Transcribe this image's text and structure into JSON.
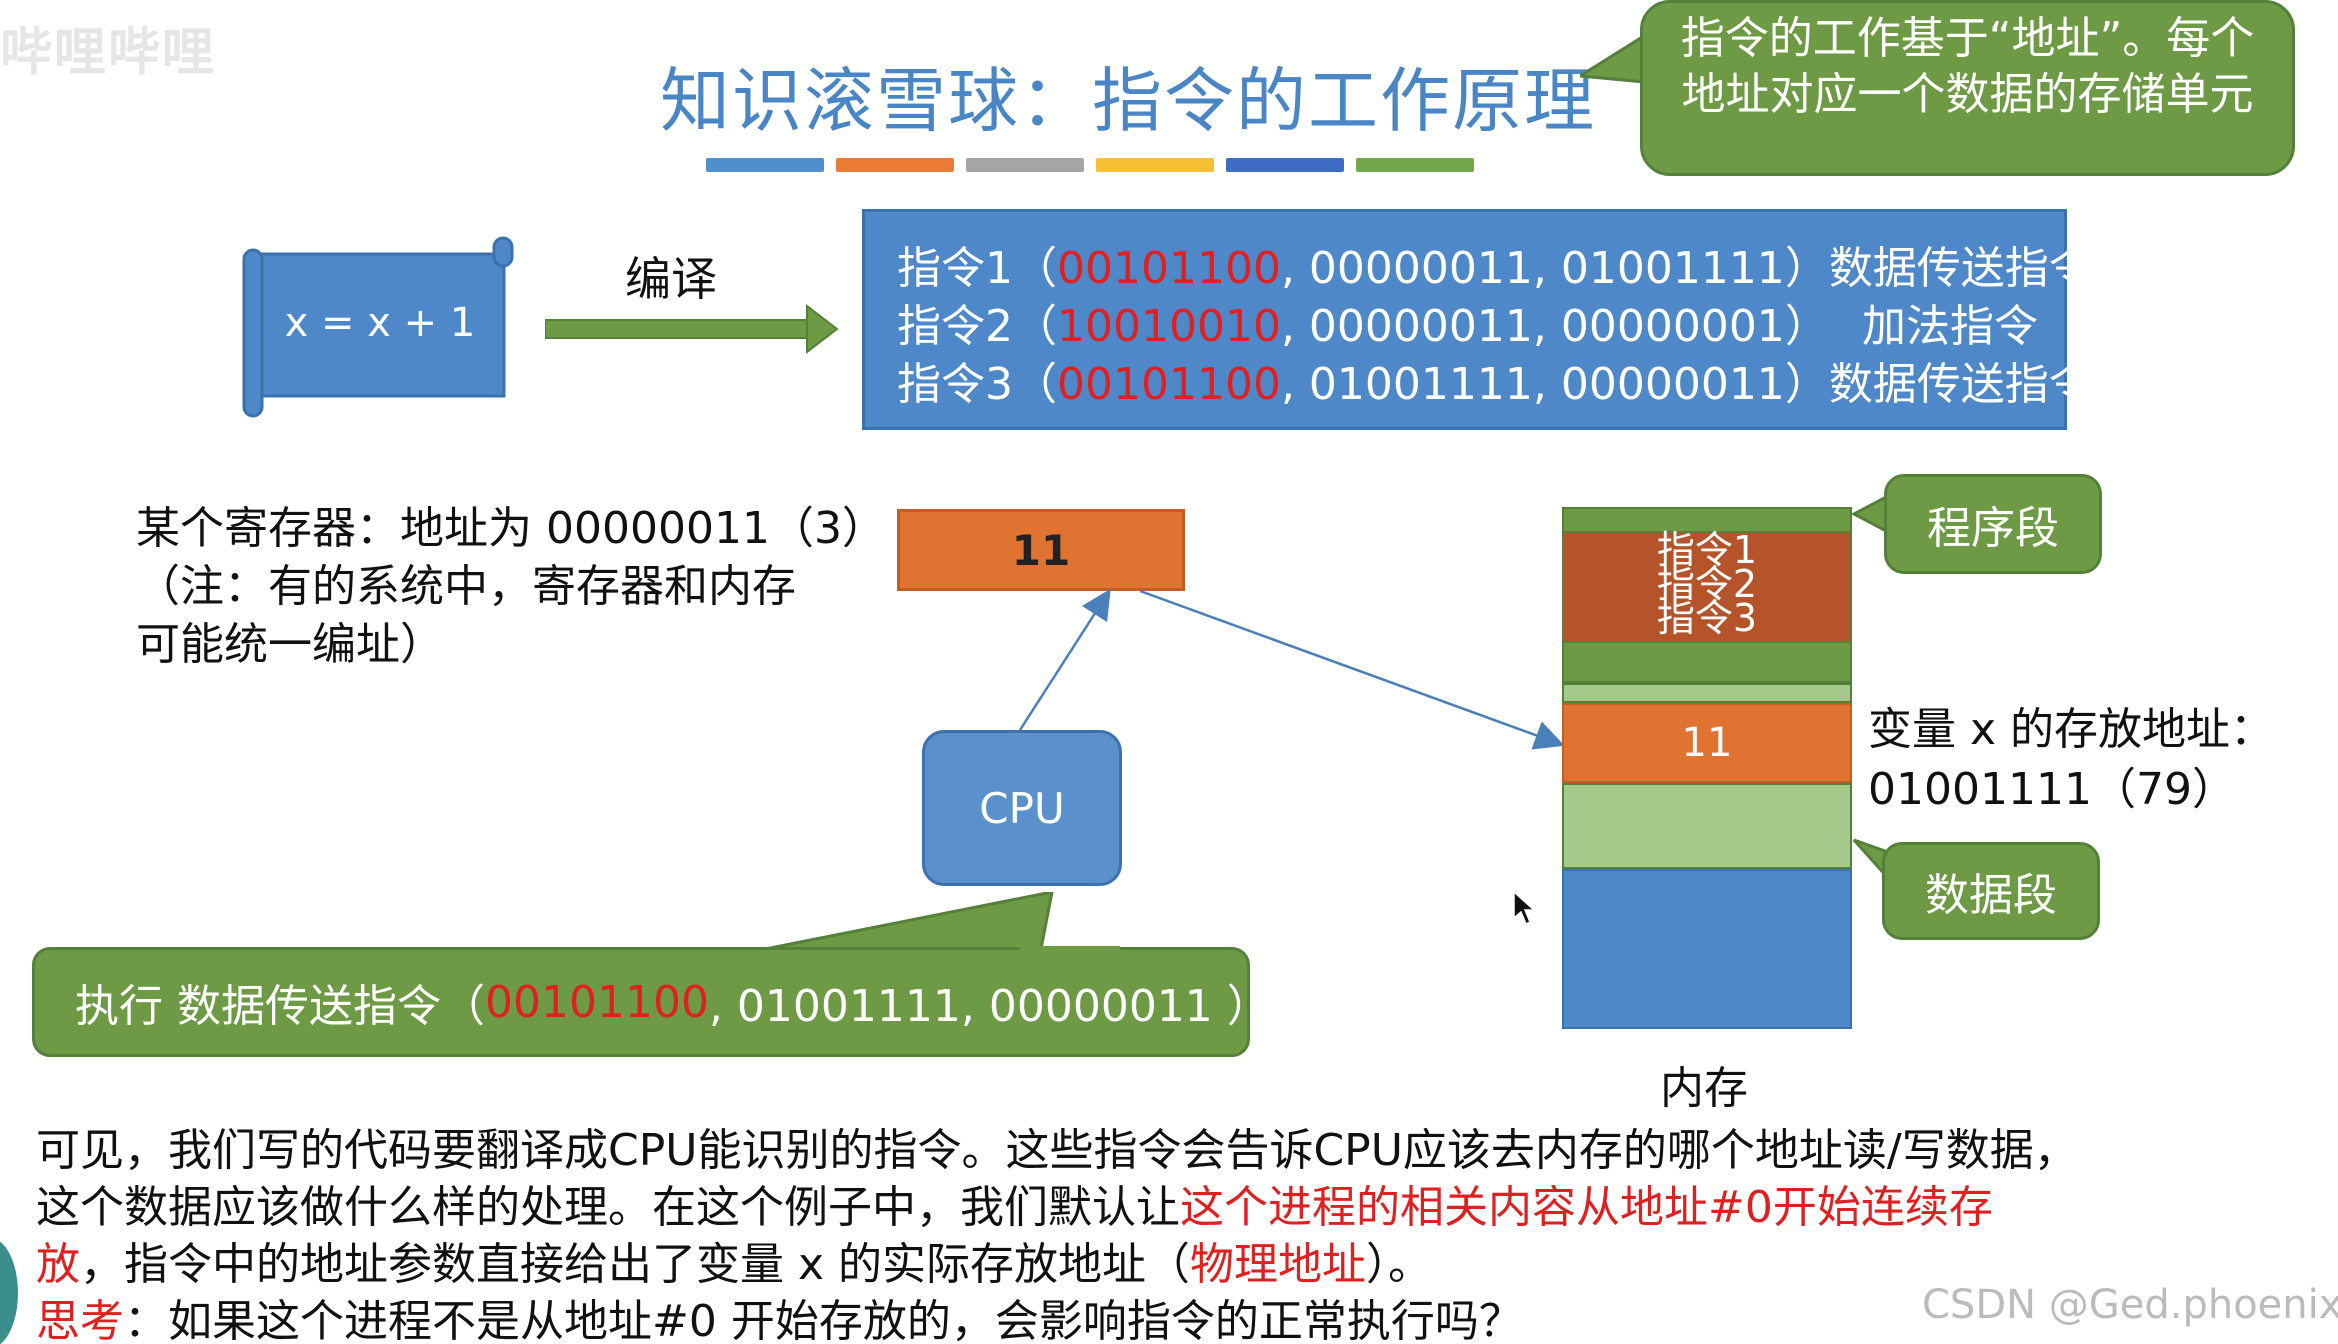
{
  "watermark": "哔哩哔哩",
  "title": "知识滚雪球：指令的工作原理",
  "title_bar_colors": [
    "#4f8fd0",
    "#ec7b36",
    "#a5a5a5",
    "#f7c034",
    "#3f6cc4",
    "#72a84a"
  ],
  "callout_top": "指令的工作基于“地址”。每个地址对应一个数据的存储单元",
  "source_code": "x = x + 1",
  "compile_label": "编译",
  "instructions": [
    {
      "name": "指令1",
      "open": "（",
      "opcode": "00101100",
      "operands": ", 00000011, 01001111",
      "close": "）",
      "type": "数据传送指令"
    },
    {
      "name": "指令2",
      "open": "（",
      "opcode": "10010010",
      "operands": ", 00000011, 00000001",
      "close": "）",
      "type": "加法指令"
    },
    {
      "name": "指令3",
      "open": "（",
      "opcode": "00101100",
      "operands": ", 01001111, 00000011",
      "close": "）",
      "type": "数据传送指令"
    }
  ],
  "register": {
    "note_line1": "某个寄存器：地址为 00000011（3）",
    "note_line2": "（注：有的系统中，寄存器和内存",
    "note_line3": "可能统一编址）",
    "value": "11"
  },
  "cpu_label": "CPU",
  "exec": {
    "prefix": "执行 数据传送指令（ ",
    "opcode": "00101100",
    "operands": ", 01001111, 00000011 ）"
  },
  "memory": {
    "label": "内存",
    "instr_labels": [
      "指令1",
      "指令2",
      "指令3"
    ],
    "var_value": "11",
    "code_tag": "程序段",
    "data_tag": "数据段",
    "var_note_line1": "变量 x 的存放地址：",
    "var_note_line2": "01001111（79）"
  },
  "paragraph": {
    "line1": "可见，我们写的代码要翻译成CPU能识别的指令。这些指令会告诉CPU应该去内存的哪个地址读/写数据，",
    "line2_a": "这个数据应该做什么样的处理。在这个例子中，我们默认让",
    "line2_red": "这个进程的相关内容从地址#0开始连续存",
    "line3_red": "放",
    "line3_a": "，指令中的地址参数直接给出了变量 x 的实际存放地址（",
    "line3_red2": "物理地址",
    "line3_b": "）。",
    "line4_red": "思考",
    "line4_a": "：如果这个进程不是从地址#0 开始存放的，会影响指令的正常执行吗？"
  },
  "footer_watermark": "CSDN @Ged.phoenix",
  "colors": {
    "blue": "#4e88c8",
    "green": "#6e9a45",
    "orange": "#e07332",
    "dark_orange": "#b5542a",
    "light_green": "#a5c98a",
    "red": "#e02020"
  }
}
